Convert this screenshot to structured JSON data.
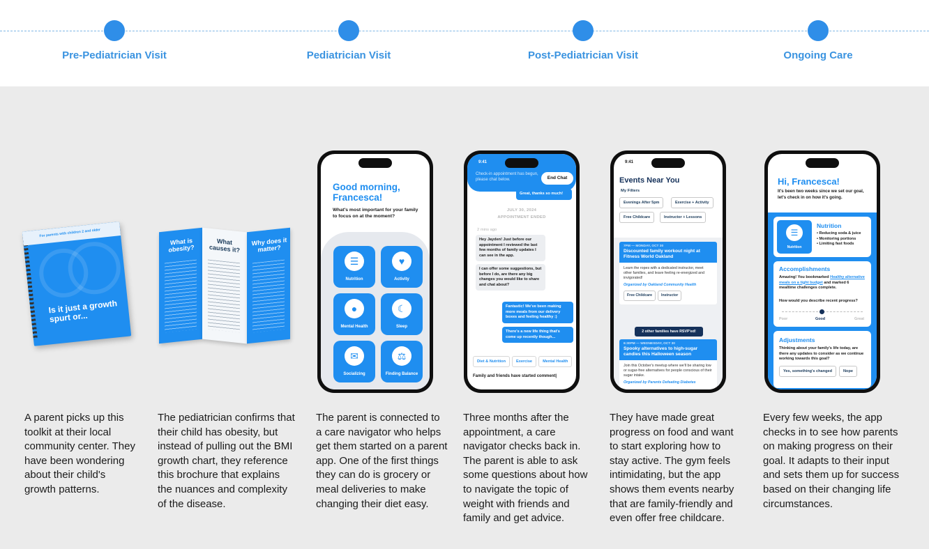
{
  "timeline": {
    "stages": [
      {
        "label": "Pre-Pediatrician Visit"
      },
      {
        "label": "Pediatrician Visit"
      },
      {
        "label": "Post-Pediatrician Visit"
      },
      {
        "label": "Ongoing Care"
      }
    ]
  },
  "booklet": {
    "top_text": "For parents with children 2 and older",
    "title": "Is it just a growth spurt or..."
  },
  "brochure": {
    "panel1_title": "What is obesity?",
    "panel2_title": "What causes it?",
    "panel3_title": "Why does it matter?"
  },
  "phone_home": {
    "greeting": "Good morning, Francesca!",
    "question": "What's most important for your family to focus on at the moment?",
    "tiles": [
      {
        "label": "Nutrition",
        "icon": "clipboard-icon"
      },
      {
        "label": "Activity",
        "icon": "heart-pulse-icon"
      },
      {
        "label": "Mental Health",
        "icon": "head-icon"
      },
      {
        "label": "Sleep",
        "icon": "moon-icon"
      },
      {
        "label": "Socializing",
        "icon": "chat-bubbles-icon"
      },
      {
        "label": "Finding Balance",
        "icon": "scale-icon"
      }
    ]
  },
  "phone_chat": {
    "time": "9:41",
    "banner": "Check-in appointment has begun, please chat below.",
    "end_chat": "End Chat",
    "msg_top": "Great, thanks so much!",
    "date": "JULY 30, 2024",
    "ended": "APPOINTMENT ENDED",
    "ago": "2 mins ago",
    "msg1": "Hey Jayden! Just before our appointment I reviewed the last few months of family updates I can see in the app.",
    "msg2": "I can offer some suggestions, but before I do, are there any big changes you would like to share and chat about?",
    "msg3": "Fantastic! We've been making more meals from our delivery boxes and feeling healthy :)",
    "msg4": "There's a new life thing that's come up recently though...",
    "chips": [
      "Diet & Nutrition",
      "Exercise",
      "Mental Health"
    ],
    "input": "Family and friends have started comment|"
  },
  "phone_events": {
    "time": "9:41",
    "title": "Events Near You",
    "filters_label": "My Filters",
    "filters": [
      "Evenings After 5pm",
      "Exercise + Activity",
      "Free Childcare",
      "Instructor + Lessons"
    ],
    "event1": {
      "date": "7PM — MONDAY, OCT 30",
      "title": "Discounted family workout night at Fitness World Oakland",
      "desc": "Learn the ropes with a dedicated instructor, meet other families, and leave feeling re-energized and invigorated!",
      "org": "Organized by Oakland Community Health",
      "tags": [
        "Free Childcare",
        "Instructor"
      ]
    },
    "rsvp": "2 other families have RSVP'ed!",
    "event2": {
      "date": "6:30PM — WEDNESDAY, OCT 30",
      "title": "Spooky alternatives to high-sugar candies this Halloween season",
      "desc": "Join this October's meetup where we'll be sharing low or sugar-free alternatives for people conscious of their sugar intake.",
      "org": "Organized by Parents Defeating Diabetes"
    }
  },
  "phone_checkin": {
    "greeting": "Hi, Francesca!",
    "sub": "It's been two weeks since we set our goal, let's check in on how it's going.",
    "nutrition_title": "Nutrition",
    "nutrition_icon_label": "Nutrition",
    "nutrition_items": [
      "• Reducing soda & juice",
      "• Monitoring portions",
      "• Limiting fast foods"
    ],
    "acc_title": "Accomplishments",
    "acc_text_a": "Amazing! You bookmarked ",
    "acc_link": "Healthy alternative meals on a tight budget",
    "acc_text_b": " and marked 6 mealtime challenges complete.",
    "acc_q": "How would you describe recent progress?",
    "scale": [
      "Poor",
      "Good",
      "Great"
    ],
    "adj_title": "Adjustments",
    "adj_text": "Thinking about your family's life today, are there any updates to consider as we continue working towards this goal?",
    "btn_yes": "Yes, something's changed",
    "btn_nope": "Nope"
  },
  "captions": [
    "A parent picks up this toolkit at their local community center. They have been wondering about their child's growth patterns.",
    "The pediatrician confirms that their child has obesity, but instead of pulling out the BMI growth chart, they reference this brochure that explains the nuances and complexity of the disease.",
    "The parent is connected to a care navigator who helps get them started on a parent app. One of the first things they can do is grocery or meal deliveries to make changing their diet easy.",
    "Three months after the appointment, a care navigator checks back in. The parent is able to ask some questions about how to navigate the topic of weight with friends and family and get advice.",
    "They have made great progress on food and want to start exploring how to stay active. The gym feels intimidating, but the app shows them events nearby that are family-friendly and even offer free childcare.",
    "Every few weeks, the app checks in to see how parents on making progress on their goal. It adapts to their input and sets them up for success based on their changing life circumstances."
  ],
  "colors": {
    "accent": "#1f8ef0",
    "timeline_label": "#3a93e0",
    "dark": "#15315a",
    "bg": "#ebebeb"
  }
}
